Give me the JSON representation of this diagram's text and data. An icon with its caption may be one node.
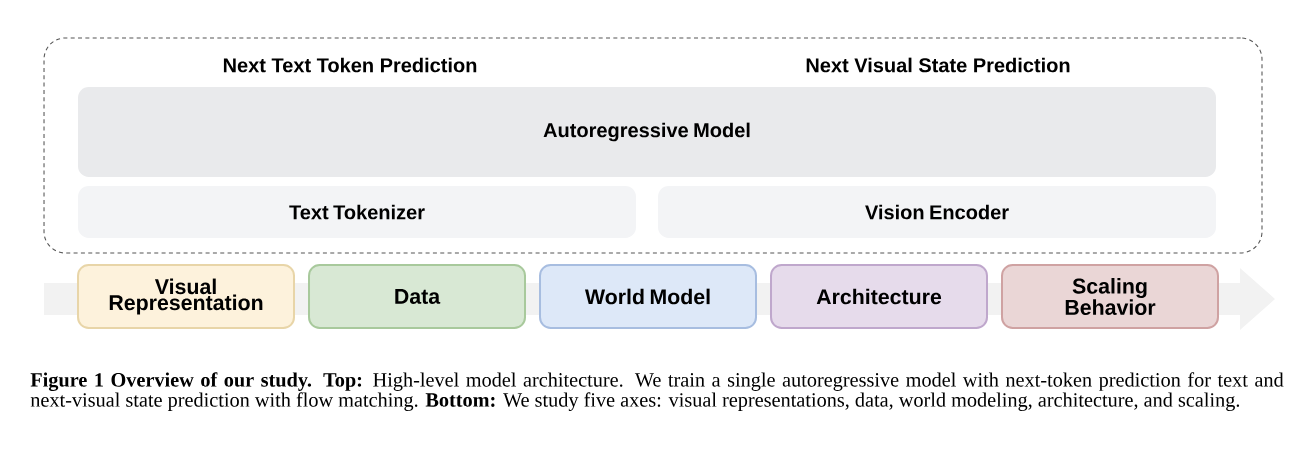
{
  "diagram": {
    "caption": "**Figure 1 Overview of our study. Top:** High-level model architecture. We train a single autoregressive model with next-token prediction for text and next-visual state prediction with flow matching. **Bottom:** We study five axes: visual representations, data, world modeling, architecture, and scaling.",
    "nodes": [
      {
        "text": [],
        "shape": "box"
      },
      {
        "text": [
          "Autoregressive Model"
        ],
        "in": 0
      },
      {
        "text": [
          "Text Tokenizer"
        ],
        "in": 0
      },
      {
        "text": [
          "Vision Encoder"
        ],
        "in": 0
      },
      {
        "text": [
          "Visual Representation"
        ]
      },
      {
        "text": [
          "Data"
        ]
      },
      {
        "text": [
          "World Model"
        ]
      },
      {
        "text": [
          "Architecture"
        ]
      },
      {
        "text": [
          "Scaling Behavior"
        ]
      }
    ],
    "labels": [
      "Next Text Token Prediction",
      "Next Visual State Prediction"
    ]
  }
}
